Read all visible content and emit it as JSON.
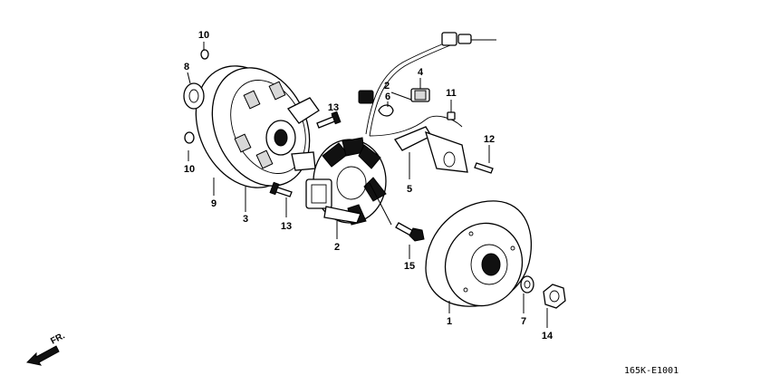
{
  "diagram": {
    "code": "165K-E1001",
    "direction_label": "FR.",
    "callouts": {
      "c10_top": "10",
      "c8": "8",
      "c10_bottom": "10",
      "c9": "9",
      "c3": "3",
      "c13_top": "13",
      "c13_bottom": "13",
      "c2_top": "2",
      "c2_bottom": "2",
      "c4": "4",
      "c6": "6",
      "c11": "11",
      "c12": "12",
      "c5": "5",
      "c15": "15",
      "c1": "1",
      "c7": "7",
      "c14": "14"
    }
  }
}
